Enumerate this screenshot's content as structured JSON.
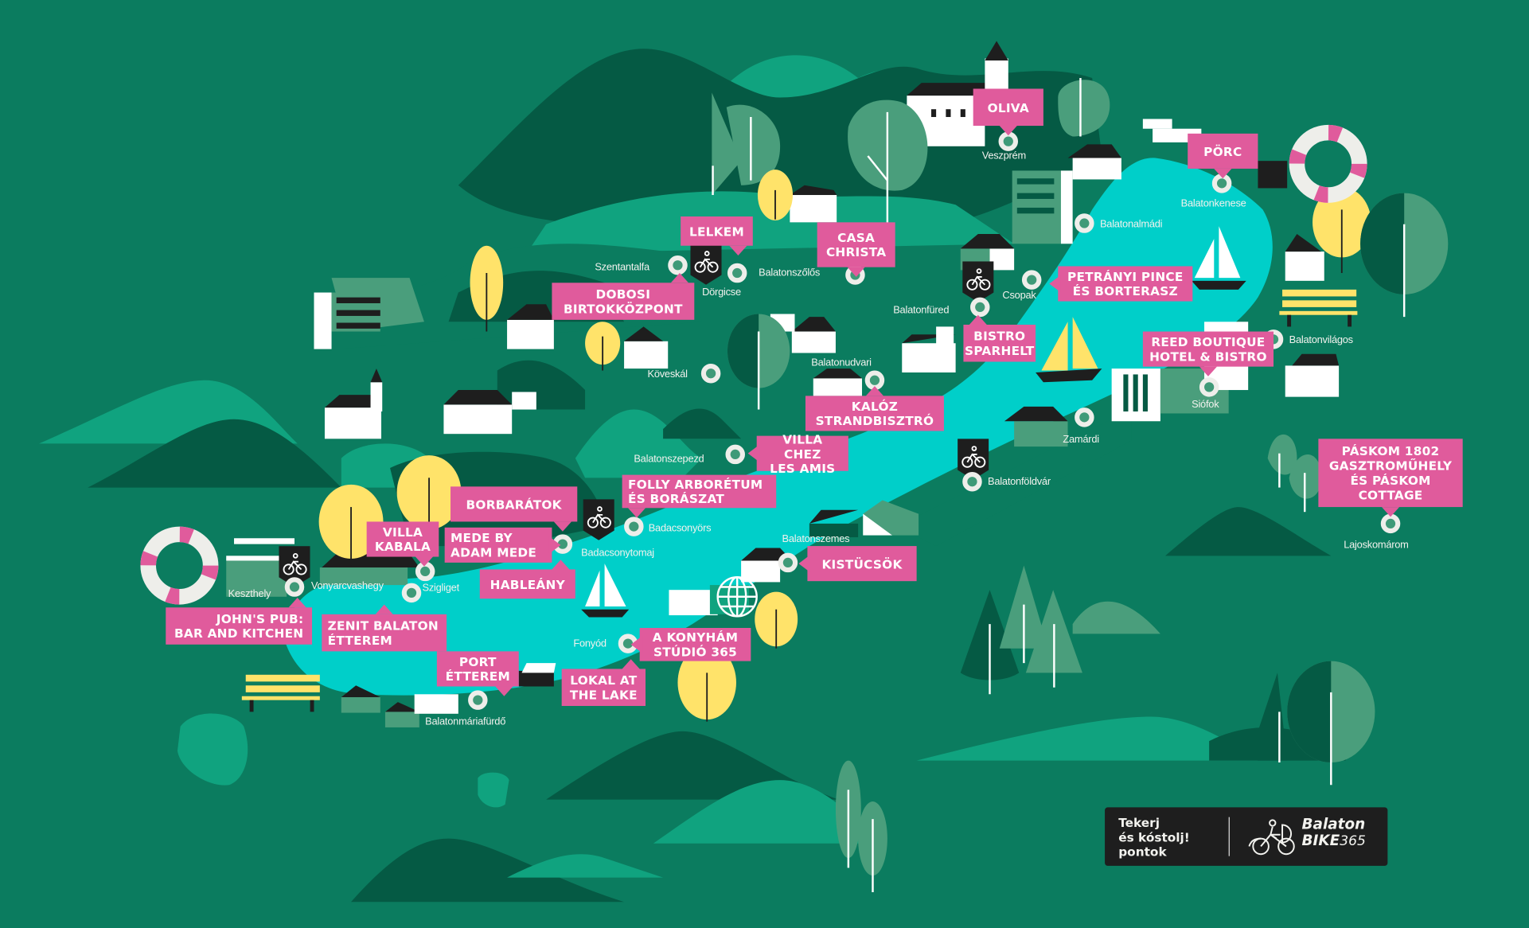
{
  "colors": {
    "background": "#0b7c5f",
    "lake": "#00cfc9",
    "tag": "#e05b9c",
    "dark_hill": "#055a44",
    "light_hill": "#10a37f",
    "badge": "#1e1e1e"
  },
  "venues": [
    "Oliva",
    "Pörc",
    "Lelkem",
    "Casa\nChrista",
    "Dobosi\nBirtokközpont",
    "Petrányi Pince\nés Borterasz",
    "Bistro\nSparhelt",
    "Reed Boutique\nHotel & Bistro",
    "Kalóz\nStrandbisztró",
    "Villa Chez\nLes Amis",
    "Páskom 1802\nGasztroműhely\nés Páskom\nCottage",
    "Folly Arborétum\nés Borászat",
    "Borbarátok",
    "Mede by\nAdam Mede",
    "Hableány",
    "Villa\nKabala",
    "John's Pub:\nBar and Kitchen",
    "Zenit Balaton\nÉtterem",
    "Port\nÉtterem",
    "Lokal at\nthe Lake",
    "A Konyhám\nStúdió 365",
    "Kistücsök"
  ],
  "towns": [
    "Veszprém",
    "Balatonkenese",
    "Balatonalmádi",
    "Szentantalfa",
    "Dörgicse",
    "Balatonszőlős",
    "Csopak",
    "Balatonfüred",
    "Balatonvilágos",
    "Siófok",
    "Balatonudvari",
    "Köveskál",
    "Balatonszepezd",
    "Zamárdi",
    "Balatonföldvár",
    "Lajoskomárom",
    "Badacsonyörs",
    "Badacsonytomaj",
    "Balatonszemes",
    "Keszthely",
    "Vonyarcvashegy",
    "Szigliget",
    "Fonyód",
    "Balatonmáriafürdő"
  ],
  "legend": {
    "title": "Tekerj\nés kóstolj!\npontok",
    "brand_line1": "Balaton",
    "brand_line2": "BIKE",
    "brand_suffix": "365"
  },
  "icons": [
    "bike-point-icon",
    "town-marker-icon",
    "tree-icon",
    "house-icon",
    "sailboat-icon",
    "lifebuoy-icon",
    "bench-icon"
  ]
}
